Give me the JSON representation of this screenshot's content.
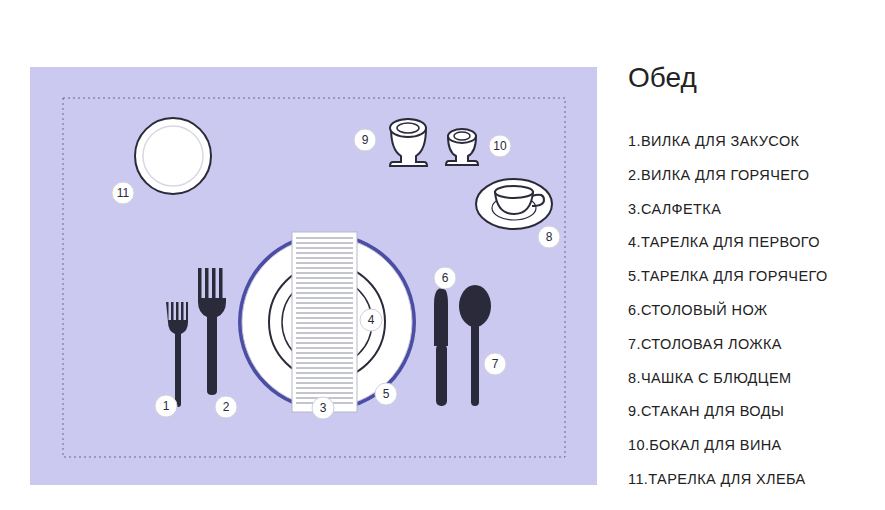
{
  "diagram": {
    "title": "Обед",
    "labels": [
      "1.ВИЛКА ДЛЯ ЗАКУСОК",
      "2.ВИЛКА ДЛЯ ГОРЯЧЕГО",
      "3.САЛФЕТКА",
      "4.ТАРЕЛКА ДЛЯ ПЕРВОГО",
      "5.ТАРЕЛКА ДЛЯ ГОРЯЧЕГО",
      "6.СТОЛОВЫЙ НОЖ",
      "7.СТОЛОВАЯ ЛОЖКА",
      "8.ЧАШКА С БЛЮДЦЕМ",
      "9.СТАКАН ДЛЯ ВОДЫ",
      "10.БОКАЛ ДЛЯ ВИНА",
      "11.ТАРЕЛКА ДЛЯ ХЛЕБА",
      "1",
      "2",
      "3",
      "4",
      "5",
      "6",
      "7",
      "8",
      "9",
      "10",
      "11"
    ]
  }
}
